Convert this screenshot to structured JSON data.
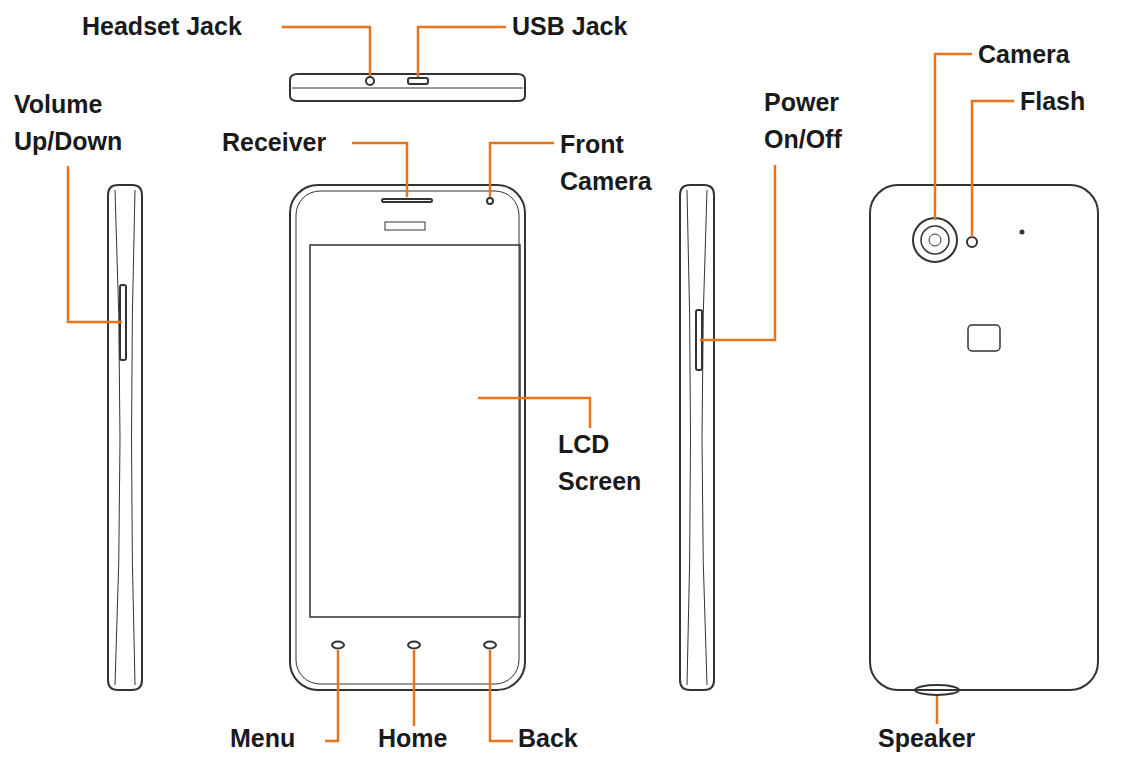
{
  "diagram": {
    "labels": [
      "Headset Jack",
      "USB Jack",
      "Volume Up/Down",
      "Receiver",
      "Front Camera",
      "Power On/Off",
      "Camera",
      "Flash",
      "LCD Screen",
      "Menu",
      "Home",
      "Back",
      "Speaker"
    ]
  }
}
